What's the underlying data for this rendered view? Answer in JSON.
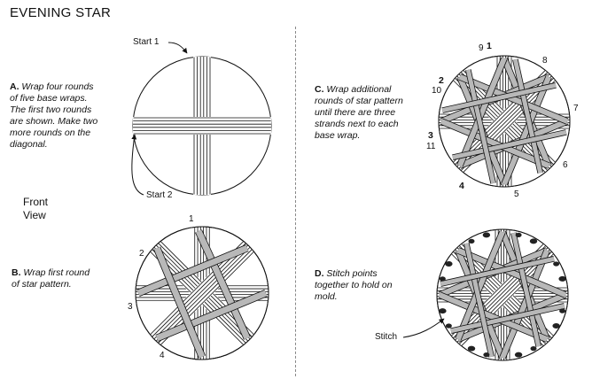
{
  "title": "EVENING STAR",
  "panels": {
    "a": {
      "letter": "A.",
      "text_lines": [
        "Wrap four rounds",
        "of five base wraps.",
        "The first two rounds",
        "are shown. Make two",
        "more rounds on the",
        "diagonal."
      ]
    },
    "b": {
      "letter": "B.",
      "text_lines": [
        "Wrap first round",
        "of star pattern."
      ]
    },
    "c": {
      "letter": "C.",
      "text_lines": [
        "Wrap additional",
        "rounds of star pattern",
        "until there are three",
        "strands next to each",
        "base wrap."
      ]
    },
    "d": {
      "letter": "D.",
      "text_lines": [
        "Stitch points",
        "together to hold on",
        "mold."
      ]
    }
  },
  "labels": {
    "start1": "Start 1",
    "start2": "Start 2",
    "front_view": [
      "Front",
      "View"
    ],
    "stitch": "Stitch"
  },
  "numbers_b": [
    "1",
    "2",
    "3",
    "4"
  ],
  "numbers_c": [
    "9",
    "1",
    "8",
    "2",
    "10",
    "7",
    "3",
    "11",
    "6",
    "4",
    "5"
  ],
  "colors": {
    "ink": "#111111",
    "strand_gray": "#b8b8b8",
    "stitch": "#222222"
  }
}
